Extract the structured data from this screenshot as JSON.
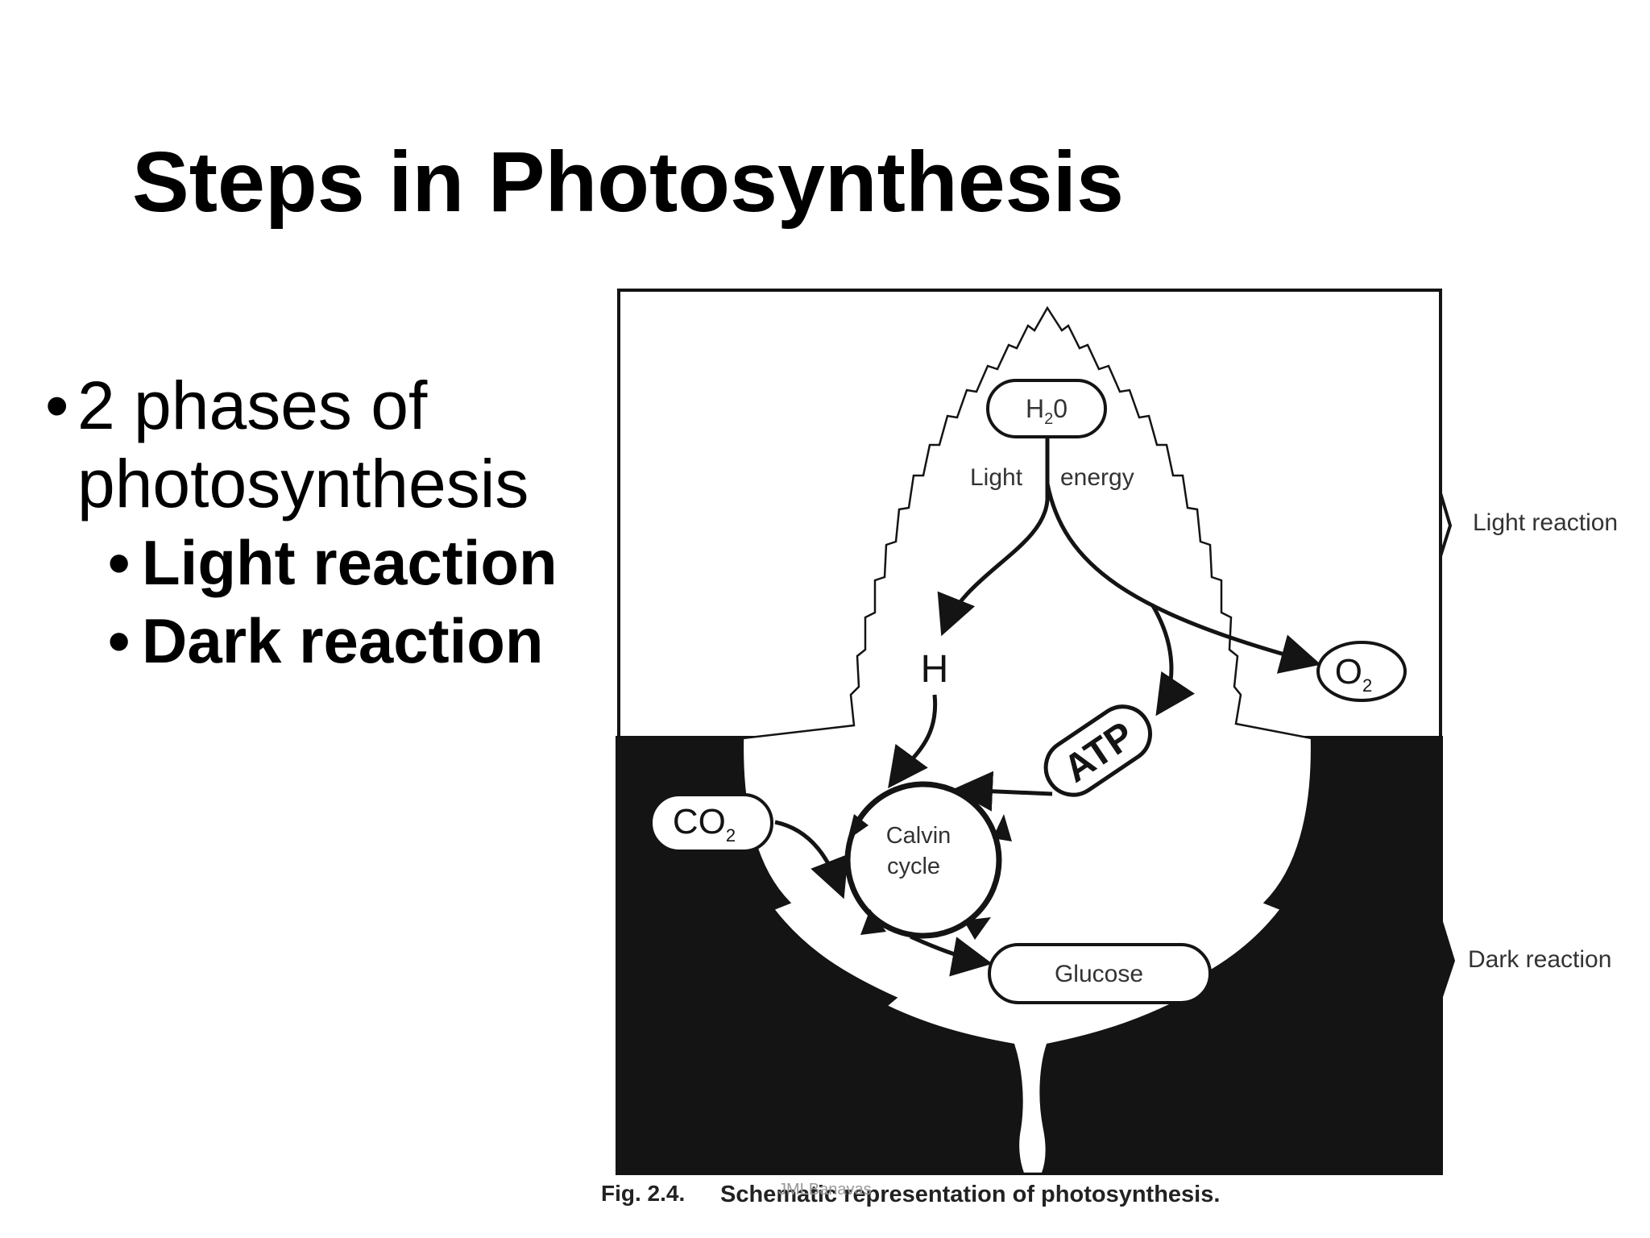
{
  "slide": {
    "title": "Steps in Photosynthesis",
    "bullet_main": "2 phases of photosynthesis",
    "bullet_main_line1": "2 phases of",
    "bullet_main_line2": "photosynthesis",
    "sub_bullets": [
      "Light reaction",
      "Dark reaction"
    ]
  },
  "diagram": {
    "water": {
      "base": "H",
      "sub": "2",
      "tail": "0"
    },
    "light_word": "Light",
    "energy_word": "energy",
    "hydrogen": "H",
    "oxygen": {
      "base": "O",
      "sub": "2"
    },
    "atp": "ATP",
    "co2": {
      "base": "CO",
      "sub": "2"
    },
    "calvin_line1": "Calvin",
    "calvin_line2": "cycle",
    "glucose": "Glucose",
    "side_label_light": "Light reaction",
    "side_label_dark": "Dark reaction",
    "caption_fig": "Fig. 2.4.",
    "caption_text": "Schematic representation of photosynthesis.",
    "watermark": "JMLBanavas"
  },
  "colors": {
    "ink": "#141414",
    "text": "#000000",
    "background": "#ffffff"
  }
}
